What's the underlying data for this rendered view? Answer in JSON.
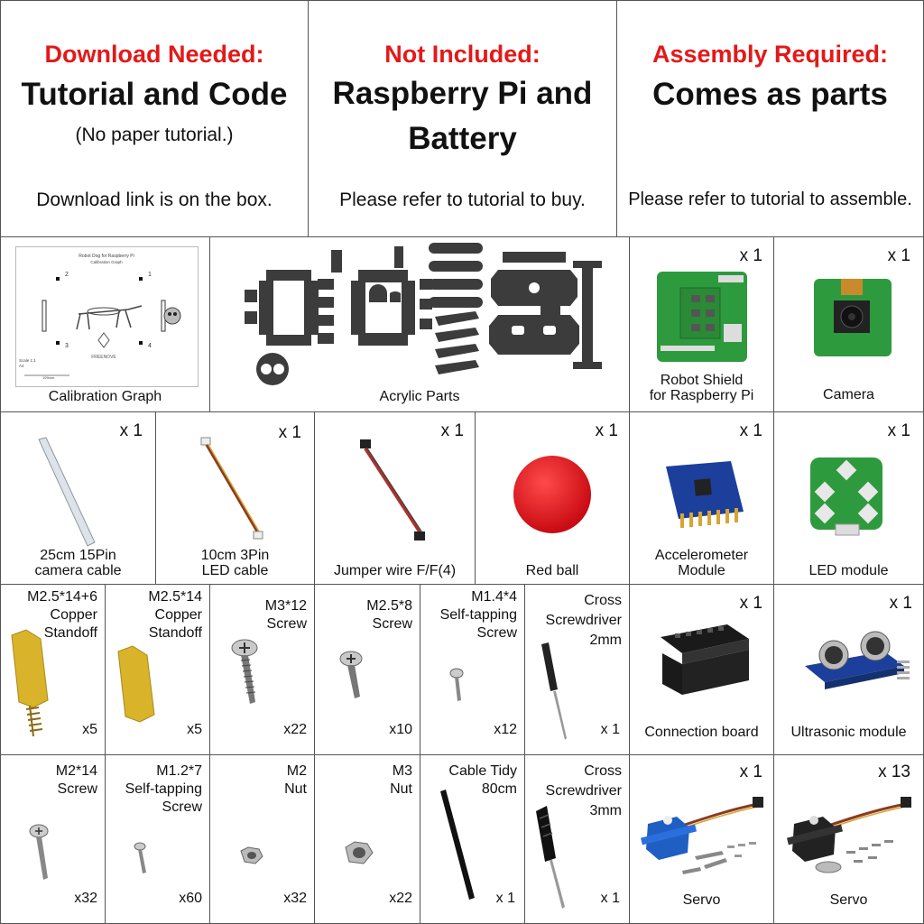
{
  "top": [
    {
      "heading": "Download Needed:",
      "title_lines": [
        "Tutorial and Code"
      ],
      "subtitle": "(No paper tutorial.)",
      "note": "Download link is on the box."
    },
    {
      "heading": "Not Included:",
      "title_lines": [
        "Raspberry Pi and",
        "Battery"
      ],
      "subtitle": "",
      "note": "Please refer to tutorial to buy."
    },
    {
      "heading": "Assembly Required:",
      "title_lines": [
        "Comes as parts"
      ],
      "subtitle": "",
      "note": "Please refer to tutorial to assemble."
    }
  ],
  "calibration": {
    "label": "Calibration Graph",
    "sheet_title": "Robot Dog for Raspberry Pi",
    "sheet_subtitle": "Calibration Graph",
    "sheet_scale": "Scale 1:1",
    "sheet_size": "A4",
    "sheet_dim": "199mm",
    "nums": [
      "1",
      "2",
      "3",
      "4"
    ],
    "brand": "FREENOVE"
  },
  "acrylic": {
    "label": "Acrylic Parts"
  },
  "row1": [
    {
      "qty": "x 1",
      "label_lines": [
        "Robot Shield",
        "for Raspberry Pi"
      ]
    },
    {
      "qty": "x 1",
      "label_lines": [
        "Camera"
      ]
    }
  ],
  "row2": [
    {
      "qty": "x 1",
      "label_lines": [
        "25cm 15Pin",
        "camera cable"
      ]
    },
    {
      "qty": "x 1",
      "label_lines": [
        "10cm 3Pin",
        "LED cable"
      ]
    },
    {
      "qty": "x 1",
      "label_lines": [
        "Jumper wire F/F(4)"
      ]
    },
    {
      "qty": "x 1",
      "label_lines": [
        "Red ball"
      ]
    },
    {
      "qty": "x 1",
      "label_lines": [
        "Accelerometer",
        "Module"
      ]
    },
    {
      "qty": "x 1",
      "label_lines": [
        "LED module"
      ]
    }
  ],
  "row3": [
    {
      "qty": "x5",
      "label_lines": [
        "M2.5*14+6",
        "Copper",
        "Standoff"
      ]
    },
    {
      "qty": "x5",
      "label_lines": [
        "M2.5*14",
        "Copper",
        "Standoff"
      ]
    },
    {
      "qty": "x22",
      "label_lines": [
        "M3*12",
        "Screw"
      ]
    },
    {
      "qty": "x10",
      "label_lines": [
        "M2.5*8",
        "Screw"
      ]
    },
    {
      "qty": "x12",
      "label_lines": [
        "M1.4*4",
        "Self-tapping",
        "Screw"
      ]
    },
    {
      "qty": "x 1",
      "label_lines": [
        "Cross",
        "Screwdriver",
        "2mm"
      ]
    },
    {
      "qty": "x 1",
      "label_lines": [
        "Connection board"
      ]
    },
    {
      "qty": "x 1",
      "label_lines": [
        "Ultrasonic module"
      ]
    }
  ],
  "row4": [
    {
      "qty": "x32",
      "label_lines": [
        "M2*14",
        "Screw"
      ]
    },
    {
      "qty": "x60",
      "label_lines": [
        "M1.2*7",
        "Self-tapping",
        "Screw"
      ]
    },
    {
      "qty": "x32",
      "label_lines": [
        "M2",
        "Nut"
      ]
    },
    {
      "qty": "x22",
      "label_lines": [
        "M3",
        "Nut"
      ]
    },
    {
      "qty": "x 1",
      "label_lines": [
        "Cable Tidy",
        "80cm"
      ]
    },
    {
      "qty": "x 1",
      "label_lines": [
        "Cross",
        "Screwdriver",
        "3mm"
      ]
    },
    {
      "qty": "x 1",
      "label_lines": [
        "Servo"
      ]
    },
    {
      "qty": "x 13",
      "label_lines": [
        "Servo"
      ]
    }
  ],
  "colors": {
    "heading_red": "#e31919",
    "pcb_green": "#2e9a3e",
    "acrylic": "#3c3c3c",
    "brass": "#d9b42a",
    "ball": "#e8141c",
    "servo_blue": "#1f5fc4",
    "servo_black": "#222222",
    "sensor_blue": "#1d3f9c"
  }
}
